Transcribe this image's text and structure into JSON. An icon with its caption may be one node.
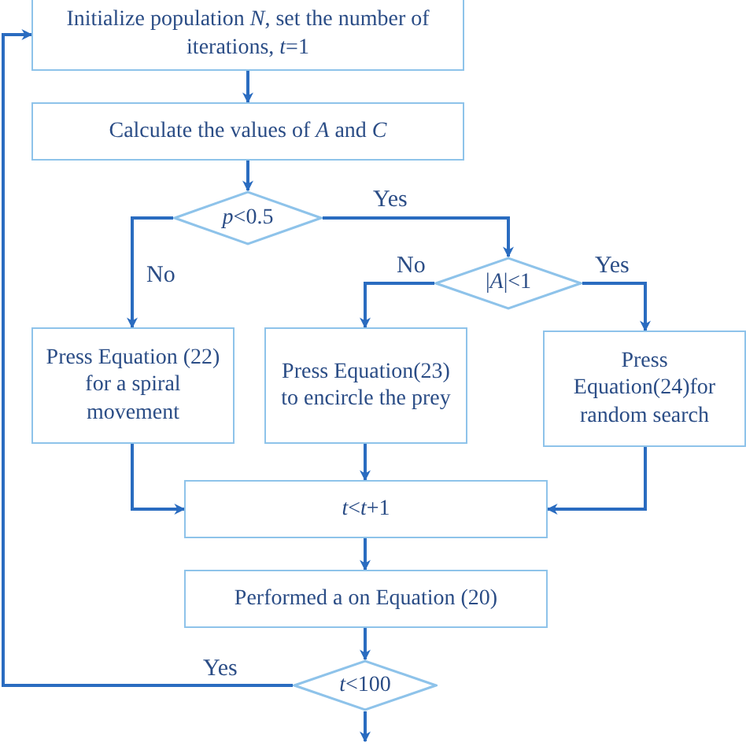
{
  "diagram": {
    "nodes": [
      {
        "text": [
          "Initialize population *N*, set the number of iterations, *t*=1"
        ]
      },
      {
        "text": [
          "Calculate the values of *A* and *C*"
        ]
      },
      {
        "text": [
          "*p*<0.5"
        ]
      },
      {
        "text": [
          "|*A*|<1"
        ]
      },
      {
        "text": [
          "Press Equation (22) for a spiral movement"
        ]
      },
      {
        "text": [
          "Press Equation(23) to encircle the prey"
        ]
      },
      {
        "text": [
          "Press Equation(24)for random search"
        ]
      },
      {
        "text": [
          "*t*<*t*+1"
        ]
      },
      {
        "text": [
          "Performed a on Equation (20)"
        ]
      },
      {
        "text": [
          "*t*<100"
        ]
      }
    ],
    "edges": [
      {
        "from": 0,
        "to": 1,
        "arrow": "to"
      },
      {
        "from": 1,
        "to": 2,
        "arrow": "to"
      },
      {
        "from": 2,
        "to": 3,
        "arrow": "to",
        "label": "Yes"
      },
      {
        "from": 2,
        "to": 4,
        "arrow": "to",
        "label": "No"
      },
      {
        "from": 3,
        "to": 5,
        "arrow": "to",
        "label": "No"
      },
      {
        "from": 3,
        "to": 6,
        "arrow": "to",
        "label": "Yes"
      },
      {
        "from": 4,
        "to": 7,
        "arrow": "to"
      },
      {
        "from": 5,
        "to": 7,
        "arrow": "to"
      },
      {
        "from": 6,
        "to": 7,
        "arrow": "to"
      },
      {
        "from": 7,
        "to": 8,
        "arrow": "to"
      },
      {
        "from": 8,
        "to": 9,
        "arrow": "to"
      },
      {
        "from": 9,
        "to": 0,
        "arrow": "to",
        "label": "Yes"
      },
      {
        "from": 9,
        "to": null,
        "arrow": "to"
      }
    ]
  }
}
